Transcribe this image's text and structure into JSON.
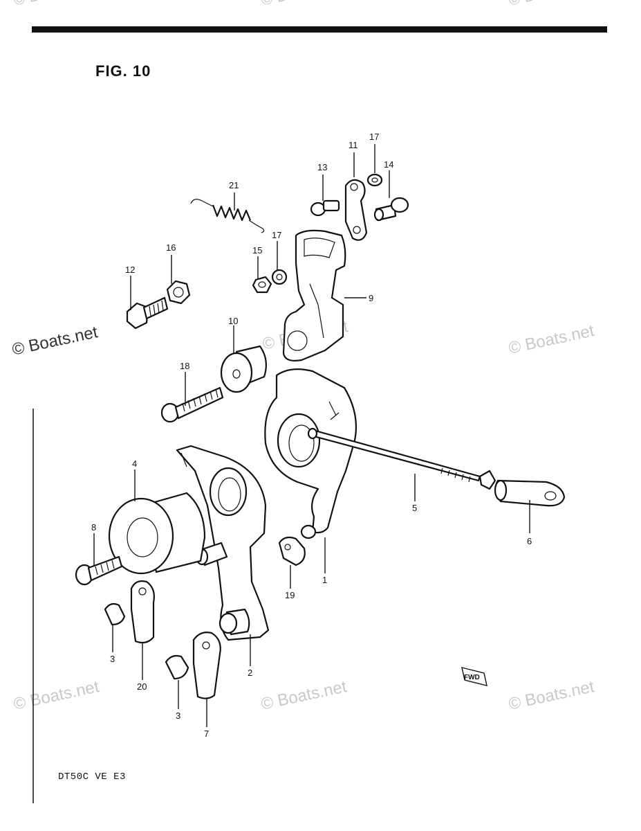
{
  "figure": {
    "title": "FIG. 10",
    "model": "DT50C VE E3"
  },
  "watermark": {
    "text": "© Boats.net"
  },
  "parts": {
    "p1": "1",
    "p2": "2",
    "p3a": "3",
    "p3b": "3",
    "p4": "4",
    "p5": "5",
    "p6": "6",
    "p7": "7",
    "p8": "8",
    "p9": "9",
    "p10": "10",
    "p11": "11",
    "p12": "12",
    "p13": "13",
    "p14": "14",
    "p15": "15",
    "p16": "16",
    "p17a": "17",
    "p17b": "17",
    "p18": "18",
    "p19": "19",
    "p20": "20",
    "p21": "21"
  },
  "fwd_mark": "FWD"
}
